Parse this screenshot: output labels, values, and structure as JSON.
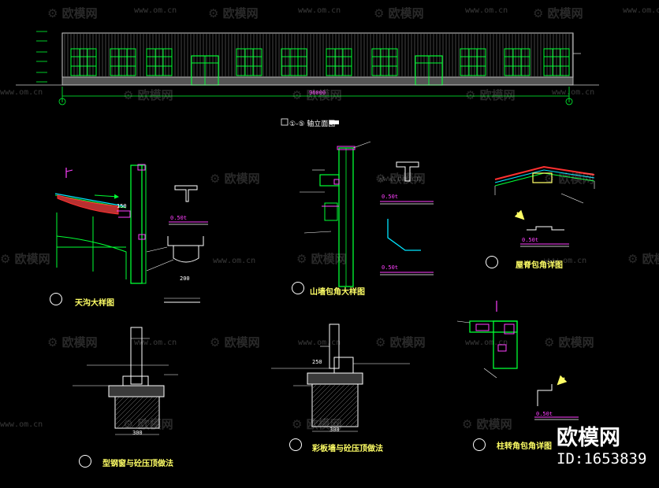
{
  "drawing": {
    "elevation_title": "①-⑤ 轴立面图",
    "elevation_length": "96000",
    "detail_titles": {
      "gutter": "天沟大样图",
      "gable": "山墙包角大样图",
      "ridge": "屋脊包角详图",
      "steel_base": "型钢窗与砼压顶做法",
      "panel_base": "彩板墙与砼压顶做法",
      "corner": "柱转角包角详图"
    },
    "thickness_labels": [
      "0.50t",
      "0.50t",
      "0.50t",
      "0.50t",
      "0.50t"
    ],
    "dims": [
      "150",
      "200",
      "300",
      "250",
      "300"
    ]
  },
  "watermark": {
    "brand_small": "欧模网",
    "url": "www.om.cn",
    "brand_large": "欧模网",
    "id": "ID:1653839"
  },
  "colors": {
    "background": "#000000",
    "green": "#00ff33",
    "yellow": "#ffff66",
    "magenta": "#ff40ff",
    "red": "#ff3030",
    "cyan": "#00e5ff"
  }
}
